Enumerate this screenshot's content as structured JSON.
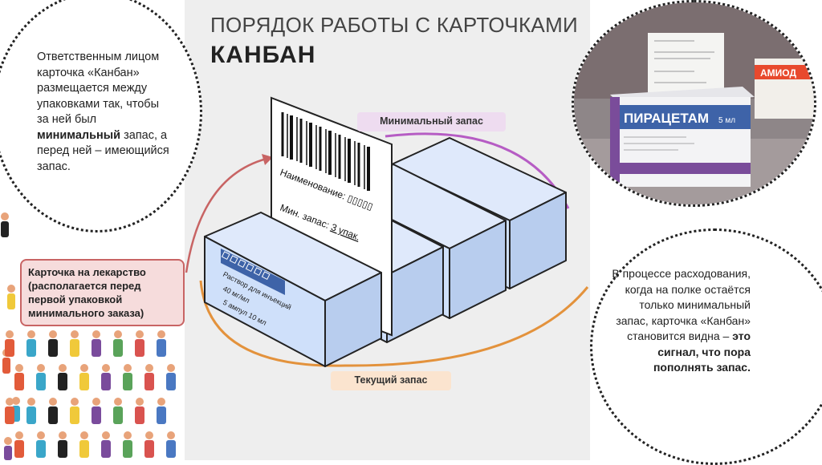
{
  "slide": {
    "title_line1": "ПОРЯДОК РАБОТЫ С КАРТОЧКАМИ",
    "title_line2": "КАНБАН"
  },
  "left_note": {
    "part1": "Ответственным лицом карточка «Канбан» размещается между упаковками так, чтобы за ней был ",
    "bold": "минимальный",
    "part2": " запас, а перед ней – имеющийся запас."
  },
  "card_label": "Карточка на лекарство (располагается перед первой упаковкой минимального заказа)",
  "right_note": {
    "part1": "В процессе расходования, когда на полке остаётся только минимальный запас, карточка «Канбан» становится видна – ",
    "bold": "это сигнал, что пора пополнять запас."
  },
  "tags": {
    "min_stock": "Минимальный запас",
    "current_stock": "Текущий запас"
  },
  "kanban_card": {
    "name_line": "Наименование: ▯▯▯▯▯",
    "min_line_prefix": "Мин. запас: ",
    "min_line_value": "3 упак."
  },
  "front_box": {
    "line1": "Раствор для инъекций",
    "line2": "40 мг/мл",
    "line3": "5 ампул 10 мл"
  },
  "photo": {
    "main_box_label": "ПИРАЦЕТАМ",
    "main_box_volume": "5 мл",
    "side_box_label": "АМИОД"
  },
  "colors": {
    "panel": "#eeeeee",
    "box_face": "#cfe0fa",
    "min_arc": "#b65cc4",
    "current_arc": "#e3923c",
    "arrow": "#c86464"
  }
}
